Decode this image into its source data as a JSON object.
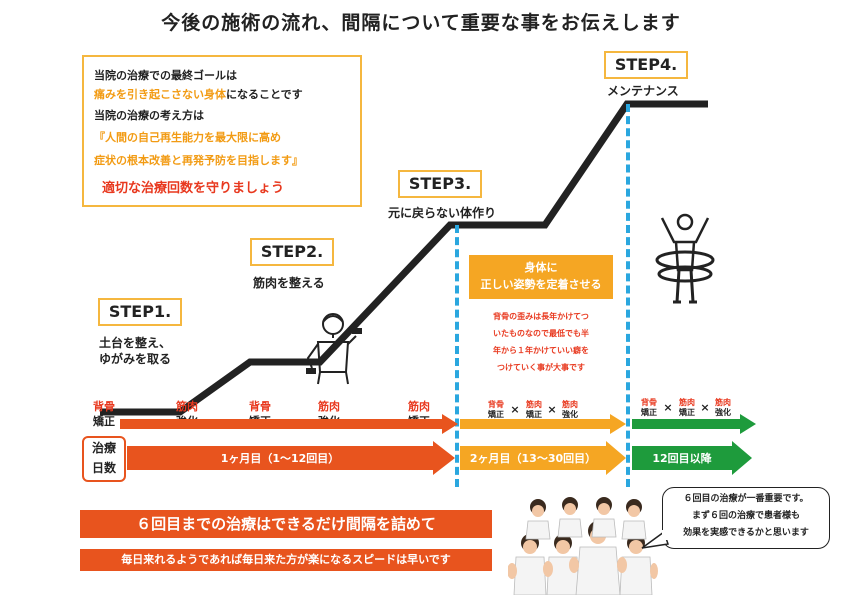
{
  "title": "今後の施術の流れ、間隔について重要な事をお伝えします",
  "goal": {
    "line1_a": "当院の治療での最終ゴールは",
    "line2_hl": "痛みを引き起こさない身体",
    "line2_b": "になることです",
    "line3": "当院の治療の考え方は",
    "line4": "『人間の自己再生能力を最大限に高め",
    "line5": "症状の根本改善と再発予防を目指します』",
    "line6": "適切な治療回数を守りましょう"
  },
  "steps": [
    {
      "label": "STEP1.",
      "desc1": "土台を整え、",
      "desc2": "ゆがみを取る"
    },
    {
      "label": "STEP2.",
      "desc1": "筋肉を整える"
    },
    {
      "label": "STEP3.",
      "desc1": "元に戻らない体作り"
    },
    {
      "label": "STEP4.",
      "desc1": "メンテナンス"
    }
  ],
  "phase1_items": [
    {
      "top": "背骨",
      "bottom": "矯正"
    },
    {
      "top": "筋肉",
      "bottom": "強化"
    },
    {
      "top": "背骨",
      "bottom": "矯正"
    },
    {
      "top": "筋肉",
      "bottom": "強化"
    },
    {
      "top": "筋肉",
      "bottom": "矯正"
    }
  ],
  "combo": {
    "a_top": "背骨",
    "a_bottom": "矯正",
    "b_top": "筋肉",
    "b_bottom": "矯正",
    "c_top": "筋肉",
    "c_bottom": "強化",
    "times": "×"
  },
  "days_label": {
    "line1": "治療",
    "line2": "日数"
  },
  "timeline": {
    "p1": "1ヶ月目（1〜12回目）",
    "p2": "2ヶ月目（13〜30回目）",
    "p3": "12回目以降"
  },
  "body_box": {
    "line1": "身体に",
    "line2": "正しい姿勢を定着させる"
  },
  "note": {
    "line1": "背骨の歪みは長年かけてつ",
    "line2": "いたものなので最低でも半",
    "line3": "年から１年かけていい癖を",
    "line4": "つけていく事が大事です"
  },
  "banner1": "６回目までの治療はできるだけ間隔を詰めて",
  "banner2": "毎日来れるようであれば毎日来た方が楽になるスピードは早いです",
  "bubble": {
    "line1": "６回目の治療が一番重要です。",
    "line2": "まず６回の治療で患者様も",
    "line3": "効果を実感できるかと思います"
  },
  "colors": {
    "orange_dark": "#e8541e",
    "orange": "#f5a623",
    "green": "#1e9b3c",
    "accent_red": "#e8381e",
    "dash_blue": "#2aa7df",
    "step_border": "#f5b73f"
  }
}
